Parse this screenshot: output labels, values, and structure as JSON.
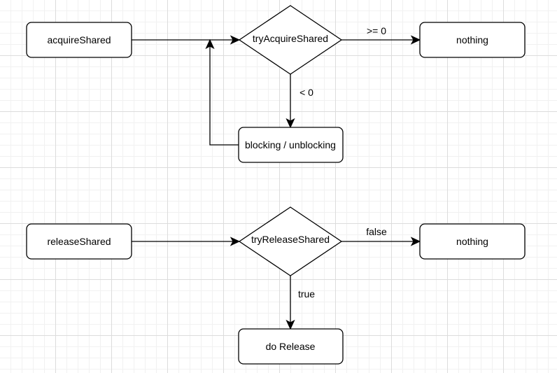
{
  "acquire": {
    "start": "acquireShared",
    "decision": "tryAcquireShared",
    "success_label": ">= 0",
    "success_target": "nothing",
    "fail_label": "< 0",
    "fail_target": "blocking / unblocking"
  },
  "release": {
    "start": "releaseShared",
    "decision": "tryReleaseShared",
    "false_label": "false",
    "false_target": "nothing",
    "true_label": "true",
    "true_target": "do Release"
  }
}
